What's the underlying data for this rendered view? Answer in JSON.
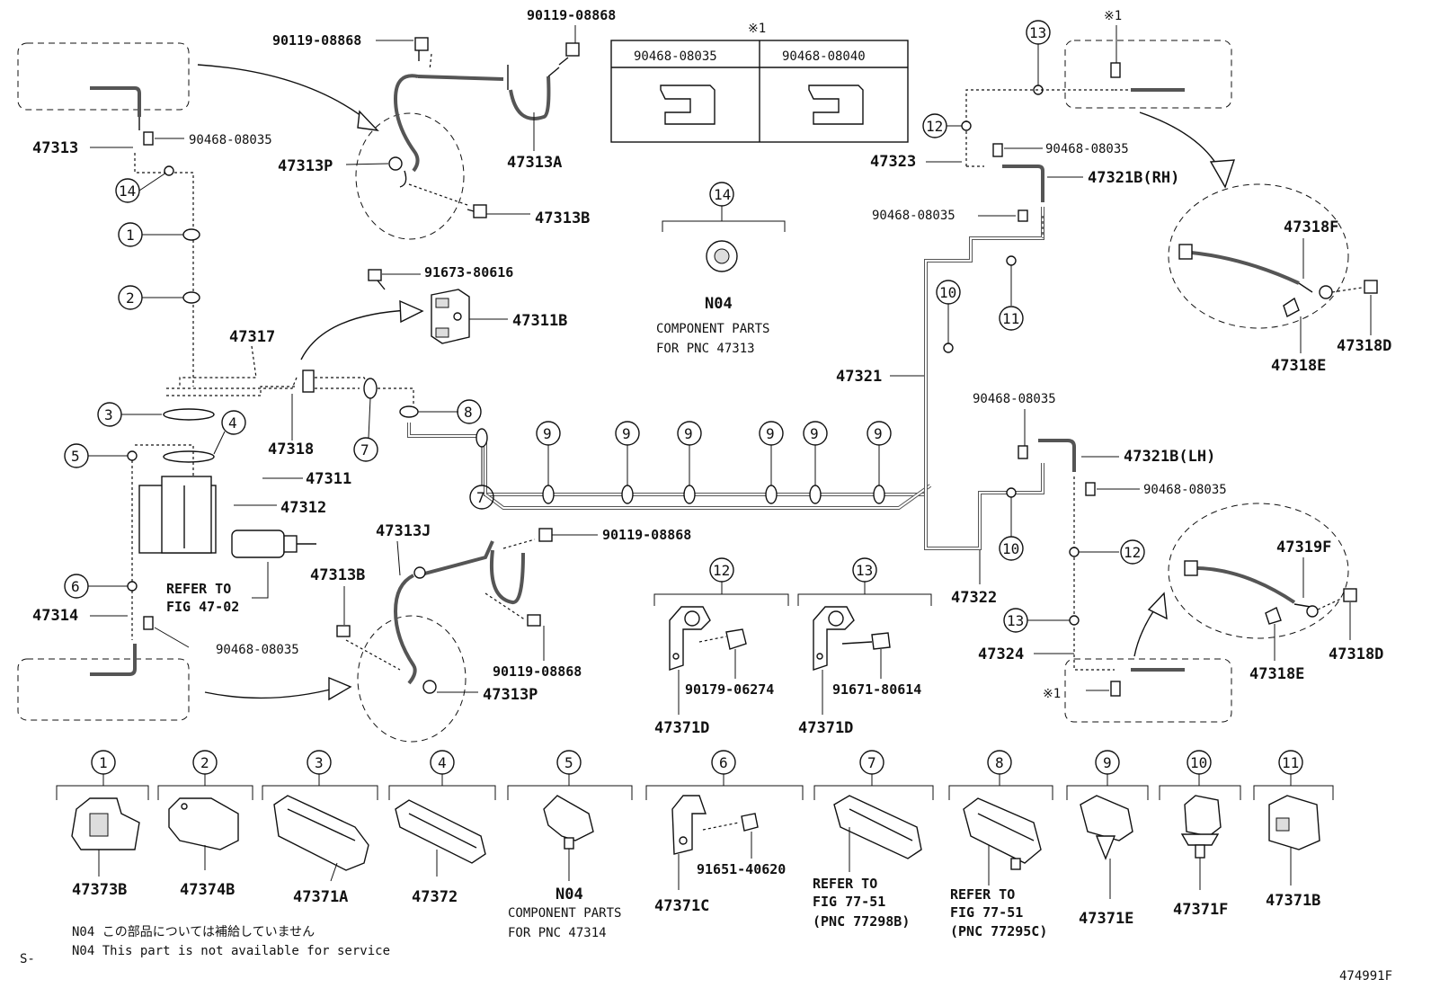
{
  "top": {
    "bolt_90119_top_left": "90119-08868",
    "bolt_90119_top_right": "90119-08868",
    "clip_47313": "47313",
    "clip_90468_tl": "90468-08035",
    "p47313P_top": "47313P",
    "p47313A": "47313A",
    "p47313B_top": "47313B",
    "p91673": "91673-80616",
    "p47311B": "47311B",
    "p47317": "47317",
    "p47318": "47318",
    "p47311": "47311",
    "p47312": "47312",
    "refer_fig_a": "REFER TO",
    "refer_fig_b": "FIG 47-02"
  },
  "table_note": {
    "marker": "※1",
    "col1": "90468-08035",
    "col2": "90468-08040"
  },
  "n04_top": {
    "callout": "14",
    "code": "N04",
    "line1": "COMPONENT PARTS",
    "line2": "FOR PNC 47313"
  },
  "left_callouts": [
    "14",
    "1",
    "2",
    "3",
    "4",
    "5",
    "6"
  ],
  "bottom_left": {
    "p47314": "47314",
    "clip_90468_bl": "90468-08035",
    "p47313J": "47313J",
    "p47313B_bot": "47313B",
    "bolt_90119_mid": "90119-08868",
    "bolt_90119_low": "90119-08868",
    "p47313P_bot": "47313P",
    "callout_7a": "7",
    "callout_7b": "7",
    "callout_8": "8"
  },
  "nine_callouts": [
    "9",
    "9",
    "9",
    "9",
    "9",
    "9"
  ],
  "right": {
    "marker_top": "※1",
    "callout_13_top": "13",
    "callout_12_top": "12",
    "p47323": "47323",
    "clip_90468_r1": "90468-08035",
    "p47321B_RH": "47321B(RH)",
    "clip_90468_r2": "90468-08035",
    "callout_10_top": "10",
    "callout_11": "11",
    "p47321": "47321",
    "p47318F": "47318F",
    "p47318E_top": "47318E",
    "p47318D_top": "47318D",
    "clip_90468_r3": "90468-08035",
    "p47321B_LH": "47321B(LH)",
    "clip_90468_r4": "90468-08035",
    "callout_10_bot": "10",
    "p47322": "47322",
    "callout_12_bot": "12",
    "callout_13_bot": "13",
    "p47324": "47324",
    "marker_bot": "※1",
    "p47319F": "47319F",
    "p47318E_bot": "47318E",
    "p47318D_bot": "47318D"
  },
  "mid_clamps": {
    "c12": "12",
    "c13": "13",
    "bolt_a": "90179-06274",
    "bolt_b": "91671-80614",
    "clamp_a": "47371D",
    "clamp_b": "47371D"
  },
  "bottom_row": [
    {
      "callout": "1",
      "part": "47373B"
    },
    {
      "callout": "2",
      "part": "47374B"
    },
    {
      "callout": "3",
      "part": "47371A"
    },
    {
      "callout": "4",
      "part": "47372"
    },
    {
      "callout": "5",
      "part": "N04",
      "sub1": "COMPONENT PARTS",
      "sub2": "FOR PNC 47314"
    },
    {
      "callout": "6",
      "part": "47371C",
      "bolt": "91651-40620"
    },
    {
      "callout": "7",
      "refer1": "REFER TO",
      "refer2": "FIG 77-51",
      "refer3": "(PNC 77298B)"
    },
    {
      "callout": "8",
      "refer1": "REFER TO",
      "refer2": "FIG 77-51",
      "refer3": "(PNC 77295C)"
    },
    {
      "callout": "9",
      "part": "47371E"
    },
    {
      "callout": "10",
      "part": "47371F"
    },
    {
      "callout": "11",
      "part": "47371B"
    }
  ],
  "footer": {
    "note_jp": "N04 この部品については補給していません",
    "note_en": "N04 This part is not available for service",
    "s_mark": "S-",
    "fig_id": "474991F"
  }
}
